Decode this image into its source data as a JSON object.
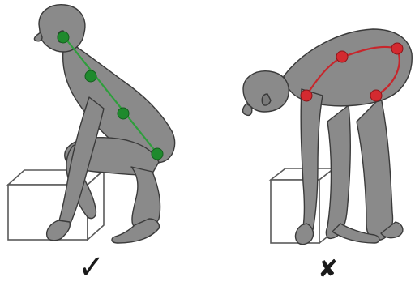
{
  "panels": [
    {
      "id": "correct-lift",
      "verdict_mark": "✓",
      "status": "correct",
      "spine_color": "#2e9e3c",
      "joint_color": "#1f8a2d"
    },
    {
      "id": "incorrect-lift",
      "verdict_mark": "✘",
      "status": "incorrect",
      "spine_color": "#c7262c",
      "joint_color": "#d42a30"
    }
  ],
  "colors": {
    "figure_fill": "#8a8a8a",
    "figure_stroke": "#3a3a3a",
    "box_stroke": "#5a5a5a",
    "background": "#ffffff"
  }
}
